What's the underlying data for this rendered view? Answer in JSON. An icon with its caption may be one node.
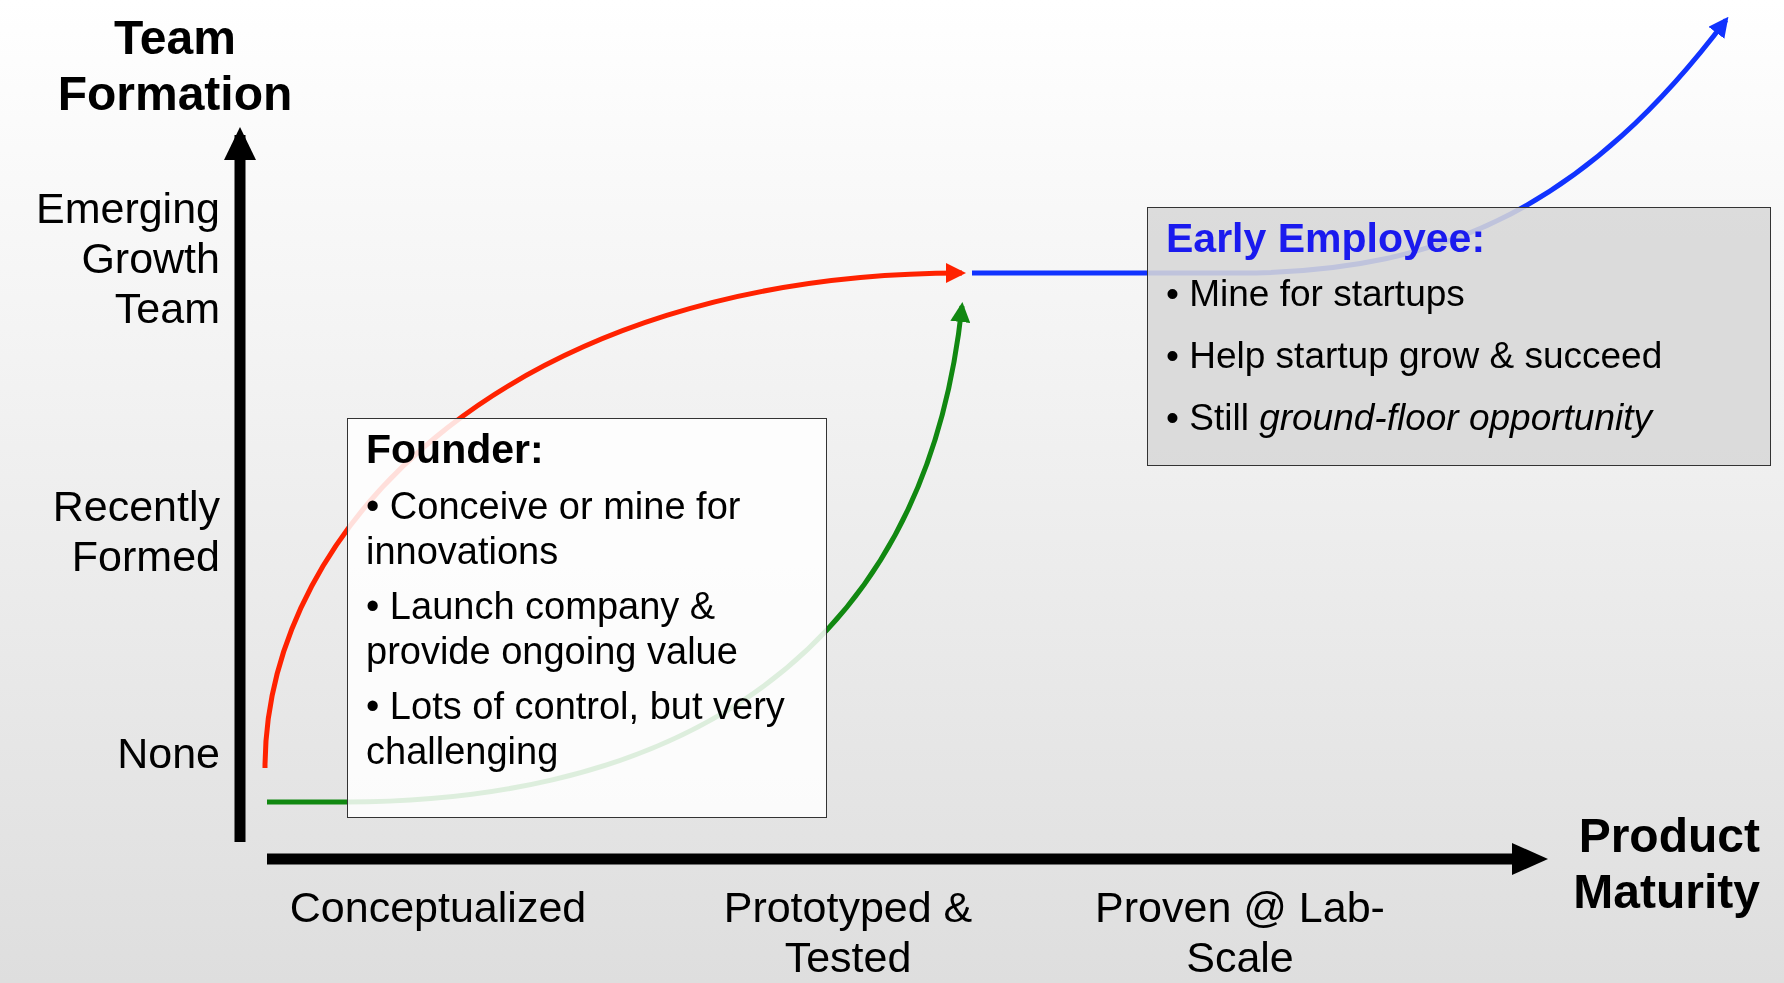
{
  "diagram": {
    "nodes": [
      {
        "text": [
          "Founder:",
          "• Conceive or mine for innovations",
          "• Launch company & provide ongoing value",
          "• Lots of control, but very challenging"
        ]
      },
      {
        "text": [
          "Early Employee:",
          "• Mine for startups",
          "• Help startup grow & succeed",
          "• Still *ground-floor opportunity*"
        ]
      }
    ],
    "edges": [],
    "labels": [
      "Team Formation",
      "Emerging Growth Team",
      "Recently Formed",
      "None",
      "Product Maturity",
      "Conceptualized",
      "Prototyped & Tested",
      "Proven @ Lab-Scale"
    ]
  }
}
